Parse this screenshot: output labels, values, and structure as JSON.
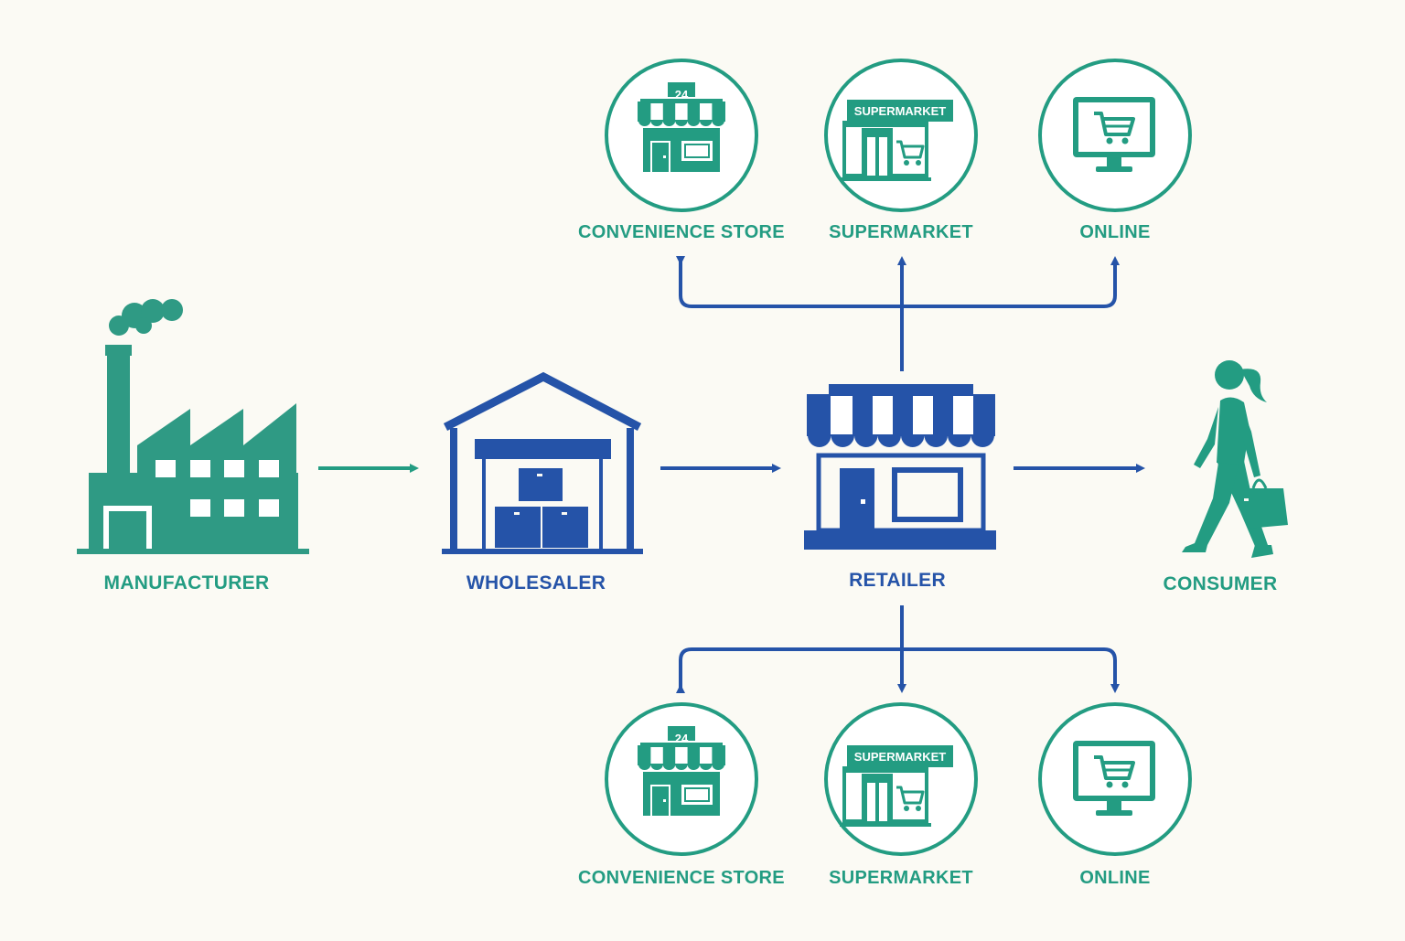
{
  "colors": {
    "teal": "#239c82",
    "teal_factory": "#2f9a84",
    "blue": "#2553a8",
    "background": "#fbfaf4"
  },
  "nodes": {
    "manufacturer": {
      "label": "MANUFACTURER",
      "icon": "factory-icon"
    },
    "wholesaler": {
      "label": "WHOLESALER",
      "icon": "warehouse-icon"
    },
    "retailer": {
      "label": "RETAILER",
      "icon": "storefront-icon"
    },
    "consumer": {
      "label": "CONSUMER",
      "icon": "shopper-icon"
    }
  },
  "channels_top": [
    {
      "label": "CONVENIENCE STORE",
      "icon": "convenience-store-icon",
      "badge": "24"
    },
    {
      "label": "SUPERMARKET",
      "icon": "supermarket-icon",
      "sign": "SUPERMARKET"
    },
    {
      "label": "ONLINE",
      "icon": "online-shopping-icon"
    }
  ],
  "channels_bottom": [
    {
      "label": "CONVENIENCE STORE",
      "icon": "convenience-store-icon",
      "badge": "24"
    },
    {
      "label": "SUPERMARKET",
      "icon": "supermarket-icon",
      "sign": "SUPERMARKET"
    },
    {
      "label": "ONLINE",
      "icon": "online-shopping-icon"
    }
  ]
}
